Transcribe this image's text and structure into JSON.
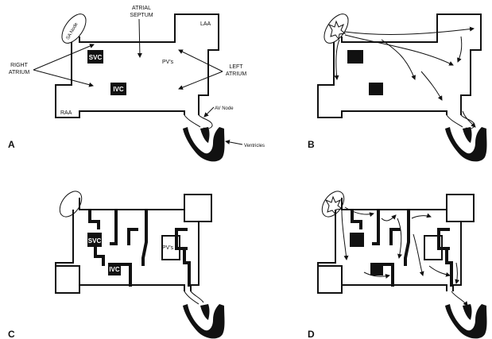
{
  "panels": {
    "a": {
      "letter": "A"
    },
    "b": {
      "letter": "B"
    },
    "c": {
      "letter": "C"
    },
    "d": {
      "letter": "D"
    }
  },
  "labels": {
    "sa_node": "SA Node",
    "atrial_septum_1": "ATRIAL",
    "atrial_septum_2": "SEPTUM",
    "laa": "LAA",
    "right_atrium_1": "RIGHT",
    "right_atrium_2": "ATRIUM",
    "left_atrium_1": "LEFT",
    "left_atrium_2": "ATRIUM",
    "svc": "SVC",
    "ivc": "IVC",
    "pvs": "PV's",
    "raa": "RAA",
    "av_node": "AV Node",
    "ventricles": "Ventricles"
  },
  "panel_c_labels": {
    "svc": "SVC",
    "ivc": "IVC",
    "pvs": "PV's"
  },
  "colors": {
    "ink": "#111111",
    "background": "#ffffff"
  }
}
